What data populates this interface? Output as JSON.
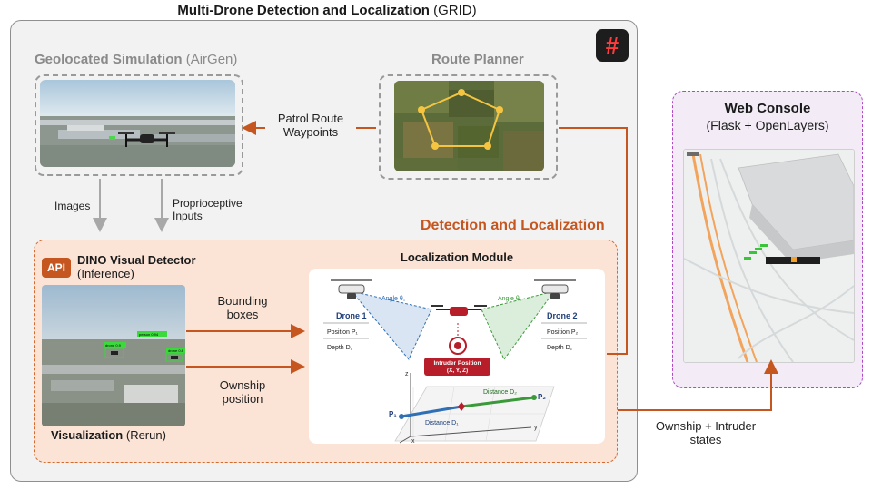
{
  "title": {
    "main": "Multi-Drone Detection and Localization",
    "paren": "(GRID)"
  },
  "grid_badge": "#",
  "simulation": {
    "name": "Geolocated Simulation",
    "paren": "(AirGen)"
  },
  "route_planner": {
    "name": "Route Planner"
  },
  "patrol": {
    "line1": "Patrol Route",
    "line2": "Waypoints"
  },
  "images_label": "Images",
  "proprioceptive": {
    "line1": "Proprioceptive",
    "line2": "Inputs"
  },
  "detection_section": "Detection and Localization",
  "api_badge": "API",
  "dino": {
    "name": "DINO Visual Detector",
    "sub": "(Inference)"
  },
  "visualization": {
    "name": "Visualization",
    "paren": "(Rerun)"
  },
  "detector_boxes": [
    "person 0.94",
    "drone 0.9",
    "drone 0.8"
  ],
  "bounding": {
    "line1": "Bounding",
    "line2": "boxes"
  },
  "ownship_pos": {
    "line1": "Ownship",
    "line2": "position"
  },
  "localization": {
    "title": "Localization Module",
    "drone1": {
      "name": "Drone 1",
      "position": "Position P₁",
      "depth": "Depth D₁",
      "angle": "Angle θ₁"
    },
    "drone2": {
      "name": "Drone 2",
      "position": "Position P₂",
      "depth": "Depth D₂",
      "angle": "Angle θ₂"
    },
    "intruder": {
      "line1": "Intruder Position",
      "line2": "(X, Y, Z)"
    },
    "distance1": "Distance D₁",
    "distance2": "Distance D₂",
    "p1": "P₁",
    "p2": "P₂",
    "axes": {
      "z": "z",
      "x": "x",
      "y": "y"
    }
  },
  "web_console": {
    "name": "Web Console",
    "sub": "(Flask + OpenLayers)"
  },
  "states": {
    "line1": "Ownship + Intruder",
    "line2": "states"
  },
  "colors": {
    "orange": "#c6561f",
    "grid_red": "#ff3b3b",
    "web_purple": "#b048c8",
    "drone1_blue": "#2f6fb5",
    "drone2_green": "#3a9a3a",
    "intruder_red": "#b81e2a"
  }
}
